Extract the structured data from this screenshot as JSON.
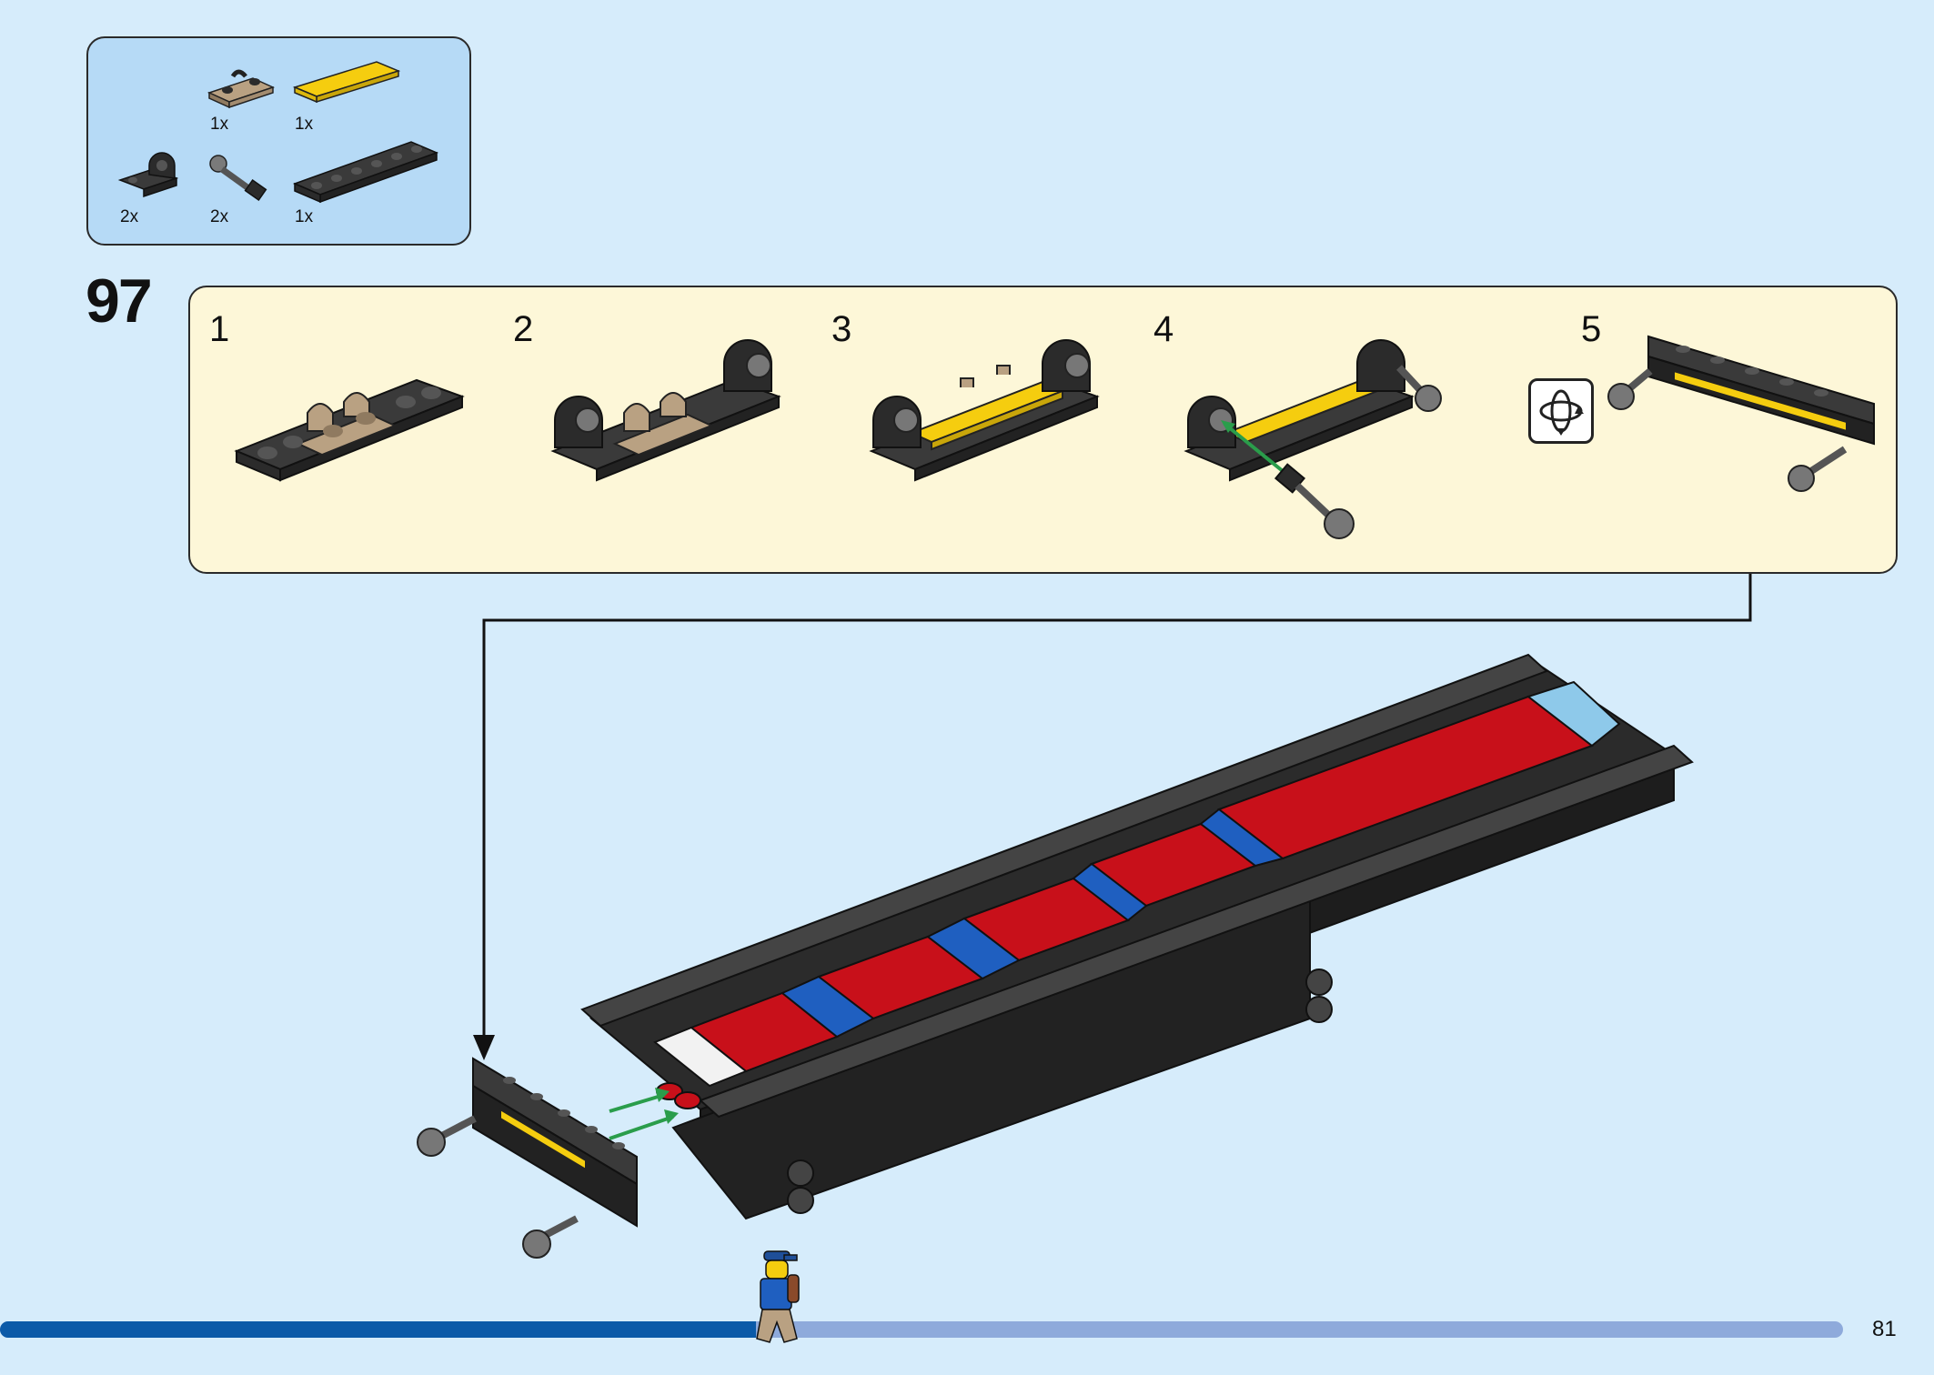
{
  "parts": [
    {
      "name": "tan-clip-plate",
      "qty": "1x"
    },
    {
      "name": "yellow-tile",
      "qty": "1x"
    },
    {
      "name": "black-bracket-round",
      "qty": "2x"
    },
    {
      "name": "gray-pin-ball",
      "qty": "2x"
    },
    {
      "name": "black-plate-1x6",
      "qty": "1x"
    }
  ],
  "step": {
    "number": "97"
  },
  "substeps": [
    {
      "label": "1"
    },
    {
      "label": "2"
    },
    {
      "label": "3"
    },
    {
      "label": "4"
    },
    {
      "label": "5"
    }
  ],
  "icons": {
    "rotate": "rotate-model-icon"
  },
  "page": {
    "number": "81",
    "progress": 0.41
  },
  "colors": {
    "background": "#d6ecfb",
    "parts_box": "#b6daf6",
    "substeps_box": "#fdf7d8",
    "progress_fill": "#0b5aa8",
    "progress_track": "#8eaadb",
    "brick_red": "#c8101a",
    "brick_blue": "#1f5fc0",
    "brick_black": "#2b2b2b",
    "brick_yellow": "#f5cd0f",
    "brick_tan": "#b9a182"
  }
}
